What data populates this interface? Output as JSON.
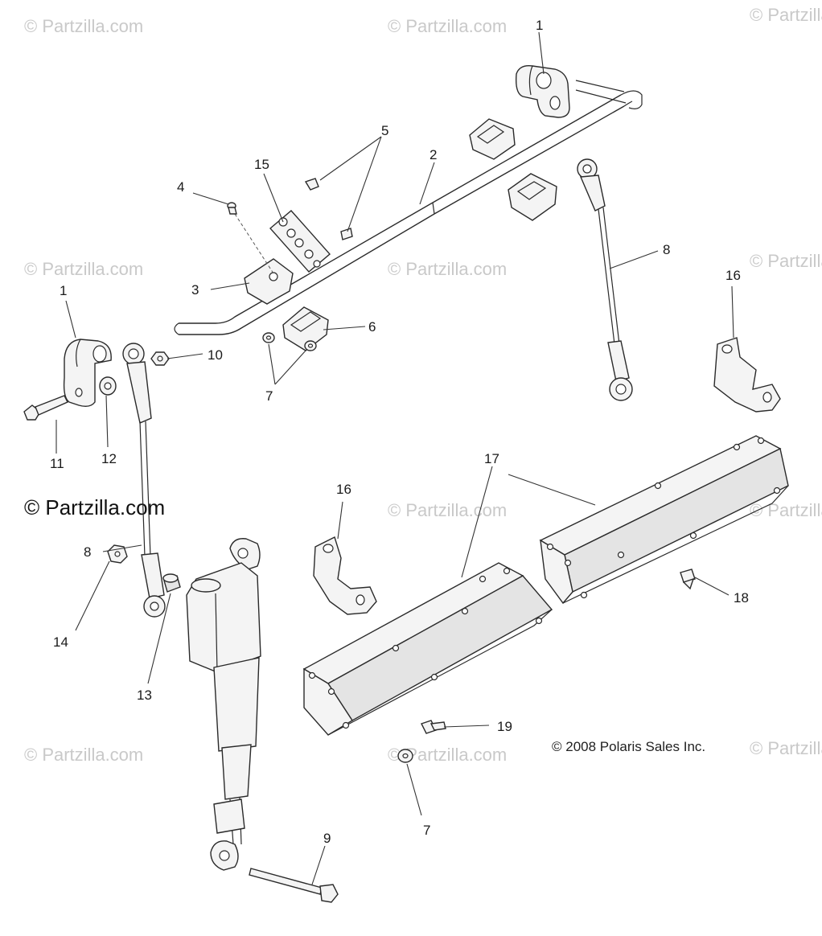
{
  "watermarks": {
    "text": "© Partzilla.com",
    "main_text": "© Partzilla.com"
  },
  "copyright": "© 2008 Polaris Sales Inc.",
  "callouts": {
    "c1_top": "1",
    "c2": "2",
    "c5": "5",
    "c15": "15",
    "c4": "4",
    "c3": "3",
    "c8_right": "8",
    "c16_right": "16",
    "c1_left": "1",
    "c6": "6",
    "c10": "10",
    "c7_mid": "7",
    "c11": "11",
    "c12": "12",
    "c17": "17",
    "c16_mid": "16",
    "c8_left": "8",
    "c18": "18",
    "c14": "14",
    "c13": "13",
    "c19": "19",
    "c7_bottom": "7",
    "c9": "9"
  },
  "colors": {
    "line": "#2a2a2a",
    "fill": "#f4f4f4",
    "watermark": "#c9c9c9"
  }
}
